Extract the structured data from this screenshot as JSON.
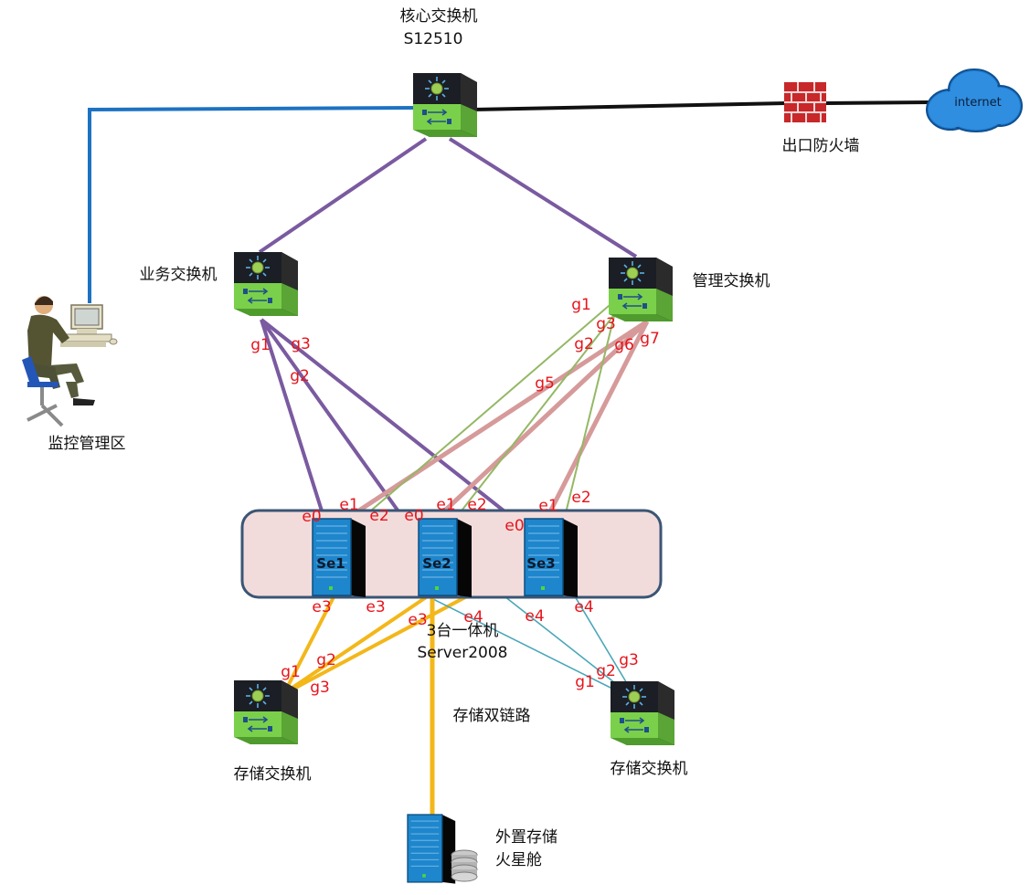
{
  "colors": {
    "uplink": "#7a5aa0",
    "mgmt": "#d69a9a",
    "mgmt_thin": "#94b865",
    "storage": "#f3b71a",
    "storage_thin": "#4aa7b8",
    "monitor": "#1d72c2",
    "wan": "#111111",
    "port_label": "#e8141b",
    "cluster_fill": "#f2dcdb",
    "cluster_border": "#3b5575"
  },
  "nodes": {
    "core_switch": {
      "title": "核心交换机",
      "model": "S12510",
      "icon": "switch-icon"
    },
    "firewall": {
      "label": "出口防火墙",
      "icon": "firewall-icon"
    },
    "internet": {
      "label": "internet",
      "icon": "cloud-icon"
    },
    "business_switch": {
      "label": "业务交换机",
      "icon": "switch-icon"
    },
    "mgmt_switch": {
      "label": "管理交换机",
      "icon": "switch-icon"
    },
    "monitor": {
      "label": "监控管理区",
      "icon": "operator-workstation-icon"
    },
    "cluster": {
      "title": "3台一体机",
      "os": "Server2008"
    },
    "servers": [
      {
        "tag": "Se1",
        "icon": "server-icon"
      },
      {
        "tag": "Se2",
        "icon": "server-icon"
      },
      {
        "tag": "Se3",
        "icon": "server-icon"
      }
    ],
    "storage_switch_left": {
      "label": "存储交换机",
      "icon": "switch-icon"
    },
    "storage_switch_right": {
      "label": "存储交换机",
      "icon": "switch-icon"
    },
    "storage_link": {
      "label": "存储双链路"
    },
    "external_storage": {
      "line1": "外置存储",
      "line2": "火星舱",
      "icon": "storage-server-icon"
    }
  },
  "ports": {
    "business_g1": "g1",
    "business_g3": "g3",
    "business_g2": "g2",
    "mgmt_g1": "g1",
    "mgmt_g3": "g3",
    "mgmt_g2": "g2",
    "mgmt_g6": "g6",
    "mgmt_g7": "g7",
    "mgmt_g5": "g5",
    "se1_e0": "e0",
    "se1_e1": "e1",
    "se1_e2": "e2",
    "se2_e0": "e0",
    "se2_e1": "e1",
    "se2_e2": "e2",
    "se3_e0": "e0",
    "se3_e1": "e1",
    "se3_e2": "e2",
    "se1_e3": "e3",
    "se2_e3": "e3",
    "se3_e3": "e3",
    "se2_e4": "e4",
    "se3_e4": "e4",
    "se3_e4b": "e4",
    "sl_g1": "g1",
    "sl_g2": "g2",
    "sl_g3": "g3",
    "sr_g1": "g1",
    "sr_g2": "g2",
    "sr_g3": "g3"
  }
}
